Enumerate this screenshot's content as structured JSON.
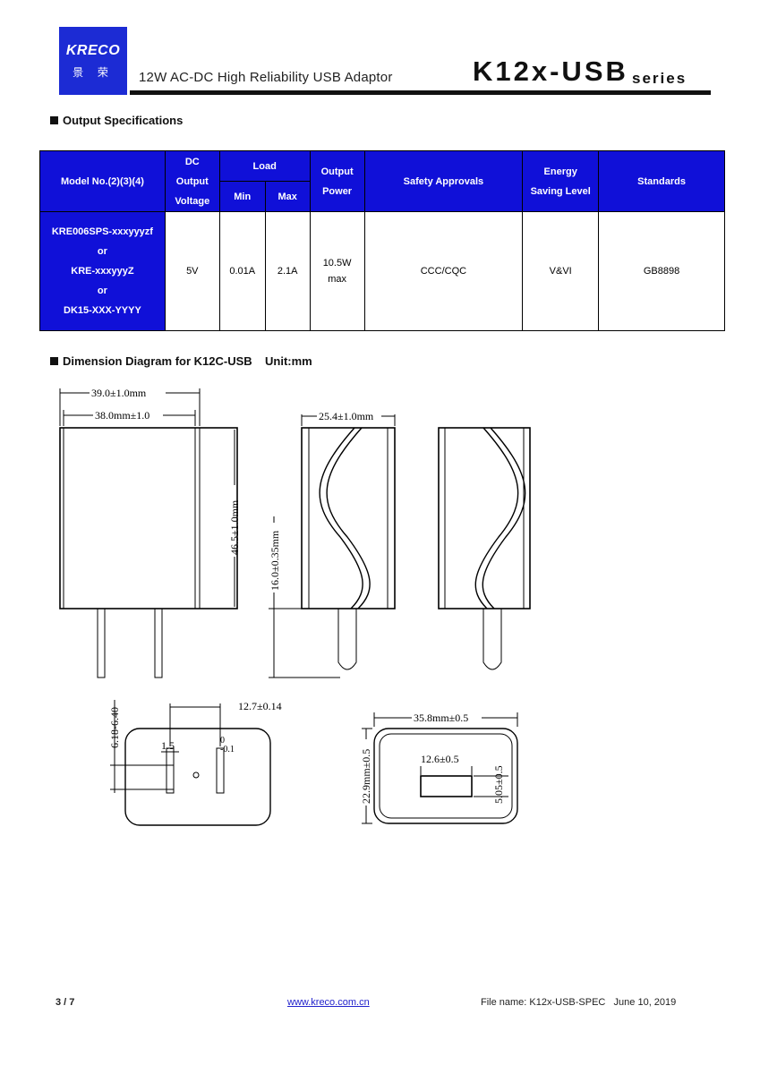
{
  "header": {
    "logo_brand": "KRECO",
    "logo_sub": "景 荣",
    "subtitle": "12W AC-DC High Reliability USB Adaptor",
    "title": "K12x-USB",
    "series": "series"
  },
  "output_section": {
    "title": "Output Specifications",
    "headers": {
      "model": "Model No.(2)(3)(4)",
      "dc_line1": "DC",
      "dc_line2": "Output",
      "dc_line3": "Voltage",
      "load": "Load",
      "min": "Min",
      "max": "Max",
      "power_line1": "Output",
      "power_line2": "Power",
      "safety": "Safety Approvals",
      "energy_line1": "Energy",
      "energy_line2": "Saving Level",
      "standards": "Standards"
    },
    "row": {
      "model_1": "KRE006SPS-xxxyyyzf",
      "or_1": "or",
      "model_2": "KRE-xxxyyyZ",
      "or_2": "or",
      "model_3": "DK15-XXX-YYYY",
      "voltage": "5V",
      "min": "0.01A",
      "max": "2.1A",
      "power_line1": "10.5W",
      "power_line2": "max",
      "safety": "CCC/CQC",
      "energy": "V&VI",
      "standards": "GB8898"
    }
  },
  "dimension_section": {
    "title": "Dimension Diagram for K12C-USB",
    "unit": "Unit:mm",
    "dims": {
      "width_outer": "39.0±1.0mm",
      "width_inner": "38.0mm±1.0",
      "height_body": "46.5±1.0mm",
      "depth_side": "25.4±1.0mm",
      "pin_length": "16.0±0.35mm",
      "pin_width": "6.18-6.40",
      "pin_spacing": "12.7±0.14",
      "pin_thickness": "1.5",
      "pin_tol_plus": "0",
      "pin_tol_minus": "-0.1",
      "face_width": "35.8mm±0.5",
      "face_height": "22.9mm±0.5",
      "usb_width": "12.6±0.5",
      "usb_height": "5.05±0.5"
    }
  },
  "footer": {
    "page": "3 / 7",
    "website": "www.kreco.com.cn",
    "file_info": "File name: K12x-USB-SPEC   June 10, 2019"
  },
  "colors": {
    "brand_blue": "#1c2bd4",
    "table_header_blue": "#1010d8"
  }
}
